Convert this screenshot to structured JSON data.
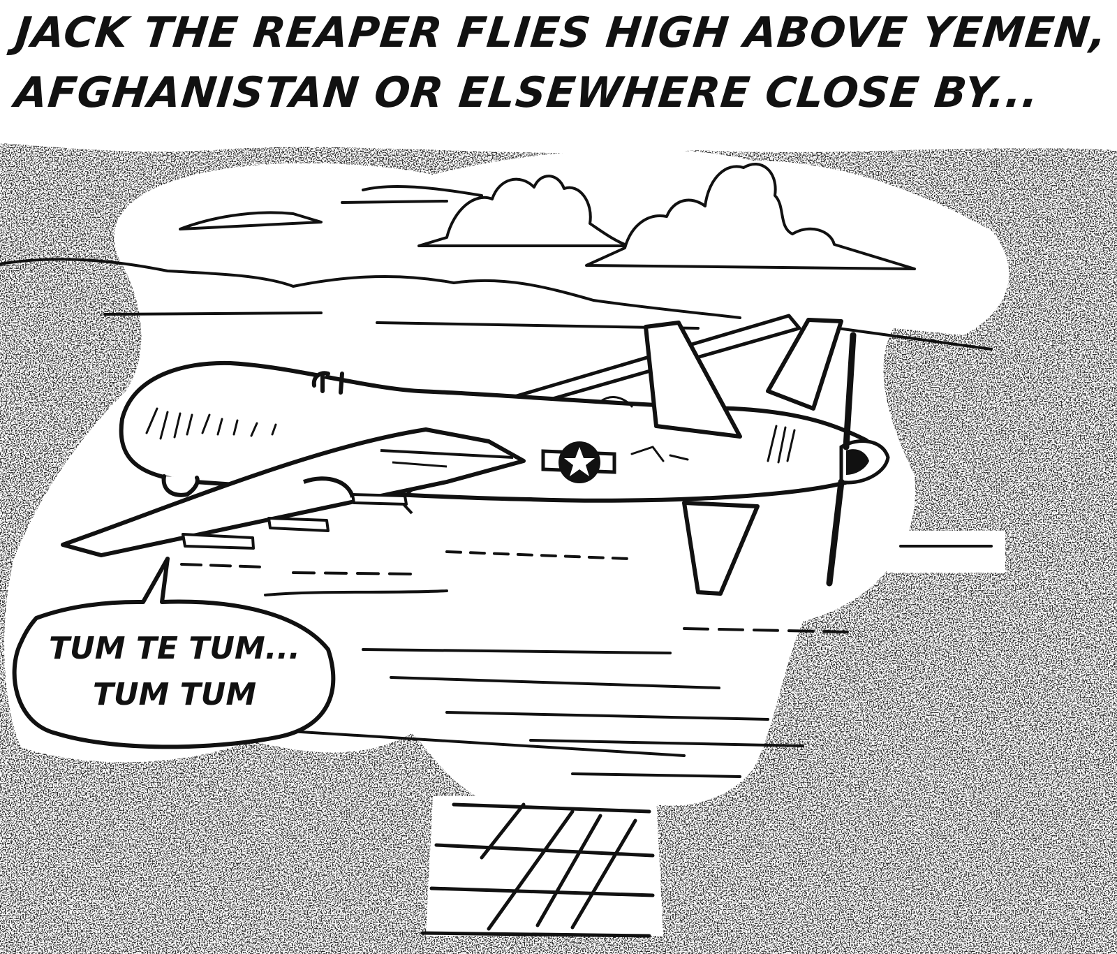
{
  "caption": {
    "line1": "Jack The Reaper Flies High Above Yemen,",
    "line2": "Afghanistan or Elsewhere Close By..."
  },
  "speech_bubble": {
    "line1": "Tum Te Tum...",
    "line2": "Tum Tum"
  },
  "colors": {
    "ink": "#111111",
    "paper": "#ffffff",
    "ground_texture": "#2a2a2a"
  },
  "icons": {
    "roundel": "star-roundel-icon"
  }
}
